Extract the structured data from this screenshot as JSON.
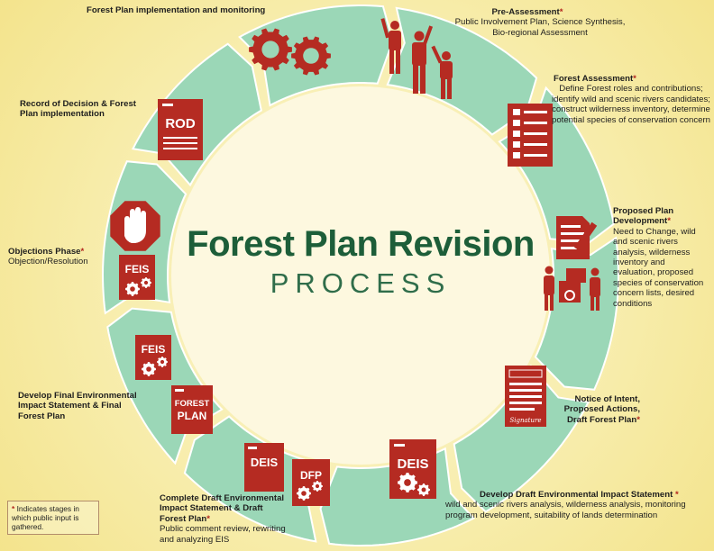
{
  "title": "Forest Plan Revision",
  "subtitle": "PROCESS",
  "colors": {
    "ring": "#9bd7b7",
    "ring_outline": "#5fb08a",
    "icon_red": "#b52b22",
    "title_green": "#1d5e39",
    "asterisk": "#b3261e"
  },
  "stages": [
    {
      "id": "implementation",
      "title": "Forest Plan implementation and monitoring",
      "desc": "",
      "asterisk": false,
      "icon": "gears-icon"
    },
    {
      "id": "pre-assessment",
      "title": "Pre-Assessment",
      "desc": "Public Involvement Plan, Science Synthesis, Bio-regional Assessment",
      "asterisk": true,
      "icon": "people-raising-hands-icon"
    },
    {
      "id": "forest-assessment",
      "title": "Forest Assessment",
      "desc": "Define Forest roles and contributions; identify wild and scenic rivers candidates; construct wilderness inventory, determine potential species of conservation concern",
      "asterisk": true,
      "icon": "checklist-icon"
    },
    {
      "id": "proposed-plan",
      "title": "Proposed Plan Development",
      "desc": "Need to Change, wild and scenic rivers analysis, wilderness inventory and evaluation, proposed species of conservation concern lists, desired conditions",
      "asterisk": true,
      "icon": "document-pen-icon"
    },
    {
      "id": "notice-of-intent",
      "title": "Notice of Intent, Proposed Actions, Draft Forest Plan",
      "desc": "",
      "asterisk": true,
      "icon": "signed-document-icon"
    },
    {
      "id": "draft-eis",
      "title": "Develop Draft Environmental Impact Statement",
      "desc": "wild and scenic rivers analysis, wilderness analysis, monitoring program development, suitability of lands determination",
      "asterisk": true,
      "icon": "deis-document-icon"
    },
    {
      "id": "complete-draft",
      "title": "Complete Draft Environmental Impact Statement & Draft Forest Plan",
      "desc": "Public comment review, rewriting and analyzing EIS",
      "asterisk": true,
      "icon": "deis-dfp-icon"
    },
    {
      "id": "final-eis",
      "title": "Develop Final Environmental Impact Statement & Final Forest Plan",
      "desc": "",
      "asterisk": false,
      "icon": "feis-forest-plan-icon"
    },
    {
      "id": "objections",
      "title": "Objections Phase",
      "desc": "Objection/Resolution",
      "asterisk": true,
      "icon": "stop-hand-icon"
    },
    {
      "id": "record-of-decision",
      "title": "Record of Decision & Forest Plan implementation",
      "desc": "",
      "asterisk": false,
      "icon": "rod-document-icon"
    }
  ],
  "icon_text": {
    "rod": "ROD",
    "feis": "FEIS",
    "deis": "DEIS",
    "dfp": "DFP",
    "forest": "FOREST",
    "plan": "PLAN",
    "signature": "Signature"
  },
  "legend": {
    "asterisk": "*",
    "text": "Indicates stages in which public input is gathered."
  }
}
